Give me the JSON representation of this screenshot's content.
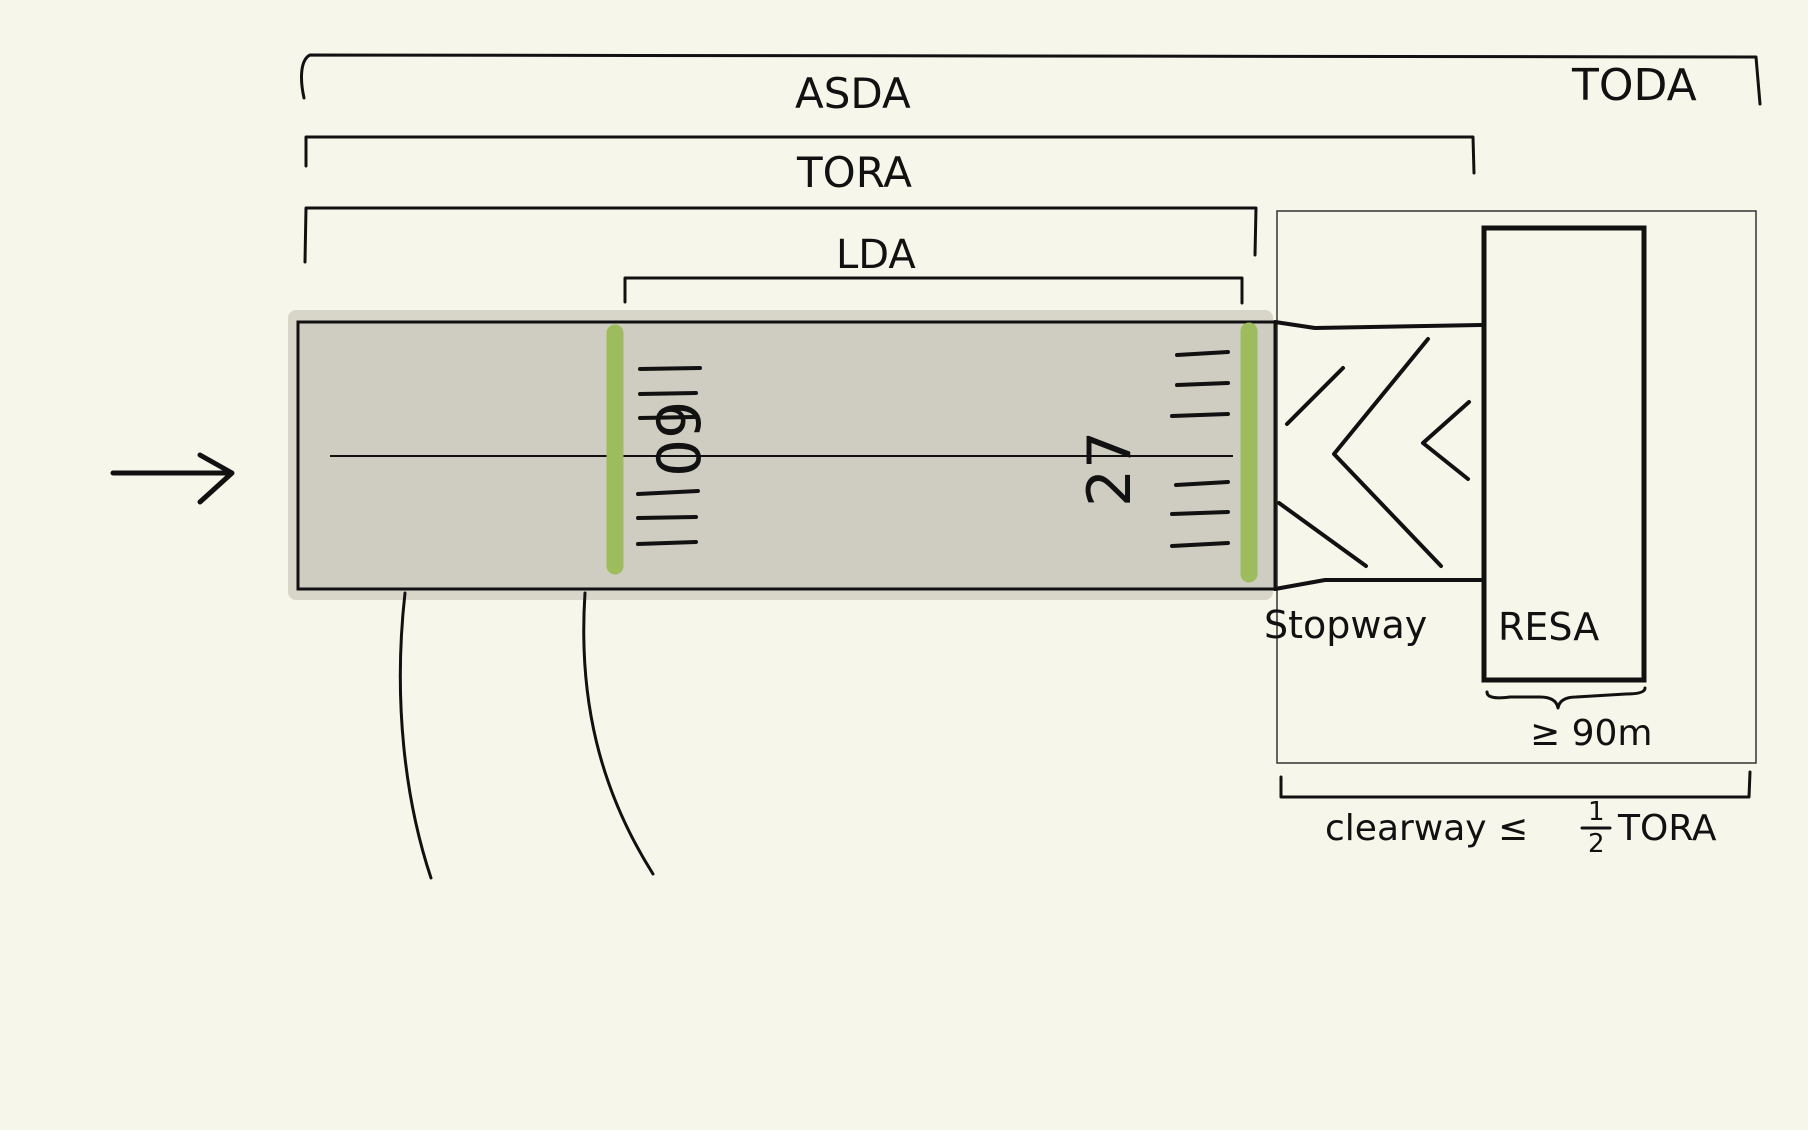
{
  "colors": {
    "background": "#f7f6ea",
    "runway_fill": "#cfcdc1",
    "threshold_green": "#9dbc5e",
    "ink": "#111111"
  },
  "labels": {
    "toda": "TODA",
    "asda": "ASDA",
    "tora": "TORA",
    "lda": "LDA",
    "stopway": "Stopway",
    "resa": "RESA",
    "resa_length": "≥ 90m",
    "clearway_prefix": "clearway ≤",
    "fraction_num": "1",
    "fraction_den": "2",
    "clearway_suffix": "TORA"
  },
  "runway": {
    "designator_left": "09",
    "designator_right": "27"
  },
  "icons": {
    "direction": "arrow-right-icon"
  }
}
